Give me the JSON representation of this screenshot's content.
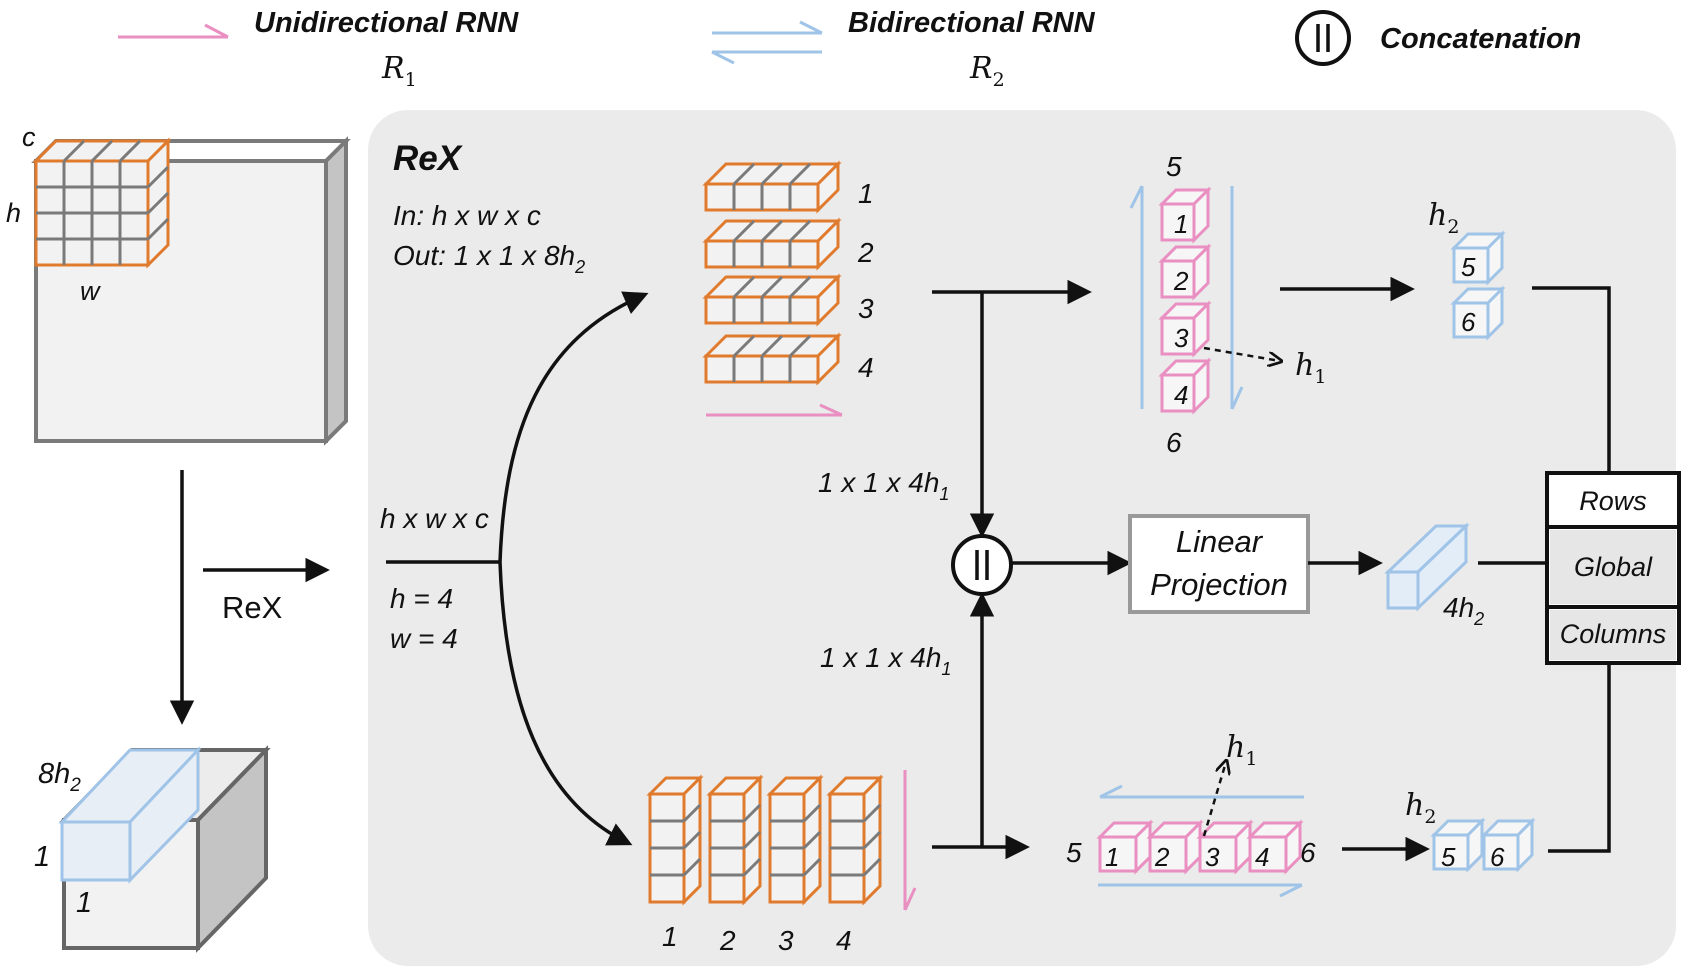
{
  "legend": {
    "uni_label": "Unidirectional RNN",
    "uni_symbol": "R",
    "uni_sub": "1",
    "bi_label": "Bidirectional RNN",
    "bi_symbol": "R",
    "bi_sub": "2",
    "concat_label": "Concatenation",
    "concat_glyph": "||"
  },
  "colors": {
    "orange": "#e07b2e",
    "pink": "#ea8fc2",
    "blue": "#9fc4e8",
    "panel": "#ebebeb",
    "grid": "#7a7a7a"
  },
  "input": {
    "c": "c",
    "h": "h",
    "w": "w",
    "arrow_label": "ReX"
  },
  "output": {
    "depth": "8h",
    "depth_sub": "2",
    "one_a": "1",
    "one_b": "1"
  },
  "panel": {
    "title": "ReX",
    "in_label": "In:  h x w x c",
    "out_label": "Out:  1 x 1 x 8h",
    "out_sub": "2",
    "input_dim": "h x w x c",
    "h_eq": "h = 4",
    "w_eq": "w = 4"
  },
  "rows": {
    "labels": [
      "1",
      "2",
      "3",
      "4"
    ]
  },
  "columns": {
    "labels": [
      "1",
      "2",
      "3",
      "4"
    ]
  },
  "concat_inputs": {
    "top": "1 x 1 x 4h",
    "top_sub": "1",
    "bottom": "1 x 1 x 4h",
    "bottom_sub": "1"
  },
  "vertical_seq": {
    "start": "5",
    "items": [
      "1",
      "2",
      "3",
      "4"
    ],
    "end": "6",
    "hidden": "h",
    "hidden_sub": "1"
  },
  "horizontal_seq": {
    "start": "5",
    "items": [
      "1",
      "2",
      "3",
      "4"
    ],
    "end": "6",
    "hidden": "h",
    "hidden_sub": "1"
  },
  "top_out": {
    "label": "h",
    "label_sub": "2",
    "items": [
      "5",
      "6"
    ]
  },
  "bottom_out": {
    "label": "h",
    "label_sub": "2",
    "items": [
      "5",
      "6"
    ]
  },
  "projection": {
    "line1": "Linear",
    "line2": "Projection",
    "out": "4h",
    "out_sub": "2"
  },
  "stack": {
    "rows": "Rows",
    "global": "Global",
    "columns": "Columns"
  }
}
